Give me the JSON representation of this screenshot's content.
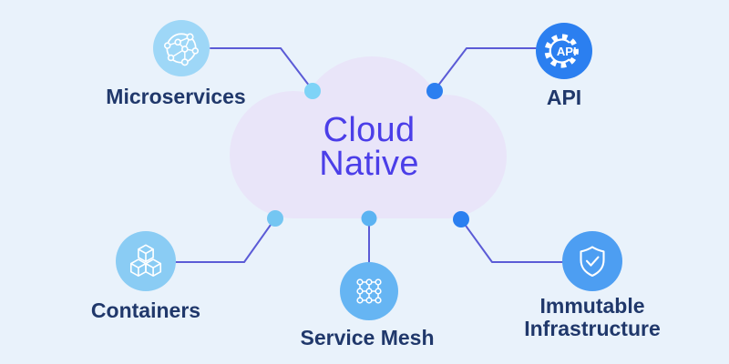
{
  "title": {
    "text": "Cloud Native",
    "line1": "Cloud",
    "line2": "Native"
  },
  "nodes": [
    {
      "label": "Microservices",
      "icon": "network-sphere-icon"
    },
    {
      "label": "API",
      "icon": "api-gear-icon",
      "icon_text": "API"
    },
    {
      "label": "Containers",
      "icon": "cubes-icon"
    },
    {
      "label": "Service Mesh",
      "icon": "mesh-grid-icon"
    },
    {
      "label": "Immutable Infrastructure",
      "icon": "shield-check-icon"
    }
  ],
  "colors": {
    "background": "#e9f2fb",
    "cloud_fill": "#e9e5f9",
    "title_text": "#4b3ee8",
    "label_text": "#20386b",
    "connector_line": "#5b5bd6",
    "node_microservices": "#9ed7f7",
    "node_api": "#2b7ff0",
    "node_containers": "#8accf4",
    "node_service_mesh": "#66b5f3",
    "node_immutable_infrastructure": "#4d9ef2",
    "dot_light_blue": "#7ed3f7",
    "dot_bright_blue": "#2b7ff0",
    "dot_medium_blue": "#5bb3f2"
  }
}
